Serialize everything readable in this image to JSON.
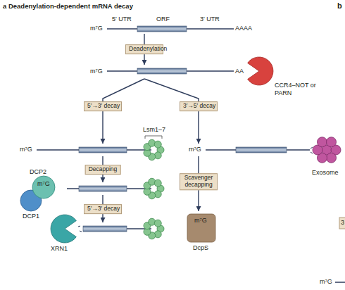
{
  "diagram": {
    "title": "a Deadenylation-dependent mRNA decay",
    "nodes": [
      {
        "text": [
          "m⁷G",
          "5′ UTR",
          "ORF",
          "3′ UTR",
          "AAAA"
        ]
      },
      {
        "text": [
          "m⁷G",
          "AA",
          "CCR4–NOT or PARN"
        ]
      },
      {
        "text": [
          "m⁷G",
          "Lsm1–7"
        ]
      },
      {
        "text": [
          "m⁷G",
          "Exosome"
        ]
      },
      {
        "text": [
          "DCP2",
          "m⁷G",
          "DCP1"
        ]
      },
      {
        "text": [
          "m⁷G",
          "DcpS"
        ]
      },
      {
        "text": [
          "XRN1"
        ]
      }
    ],
    "edges": [
      {
        "from": 0,
        "to": 1,
        "label": "Deadenylation",
        "arrow": "to"
      },
      {
        "from": 1,
        "to": 2,
        "label": "5′→3′ decay",
        "arrow": "to"
      },
      {
        "from": 1,
        "to": 3,
        "label": "3′→5′ decay",
        "arrow": "to"
      },
      {
        "from": 2,
        "to": 4,
        "label": "Decapping",
        "arrow": "to"
      },
      {
        "from": 3,
        "to": 5,
        "label": "Scavenger decapping",
        "arrow": "to"
      },
      {
        "from": 4,
        "to": 6,
        "label": "5′→3′ decay",
        "arrow": "to"
      }
    ],
    "labels": [
      "b",
      "3",
      "m⁷G"
    ]
  }
}
